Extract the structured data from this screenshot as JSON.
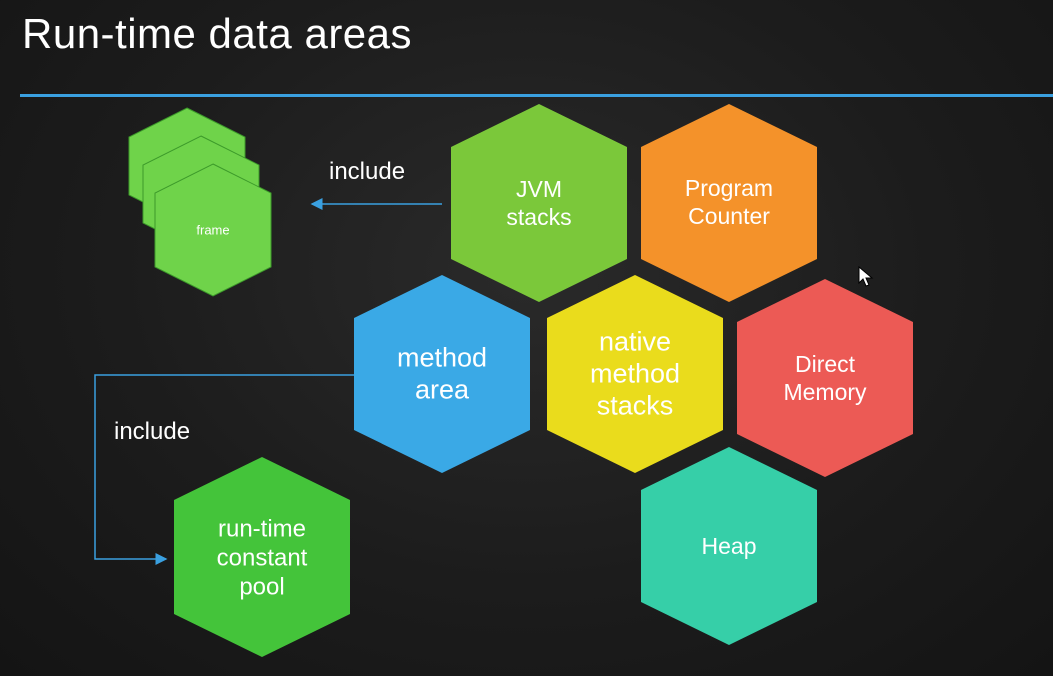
{
  "slide": {
    "title": "Run-time data areas"
  },
  "colors": {
    "accent_rule": "#3aa0e0",
    "jvm_stacks": "#7bc83a",
    "program_counter": "#f4922a",
    "method_area": "#3aa9e6",
    "native_method_stacks": "#eadc1c",
    "direct_memory": "#ec5a55",
    "heap": "#36cfa8",
    "run_time_constant_pool": "#44c43a",
    "frame": "#6fd34a"
  },
  "blocks": {
    "jvm_stacks": [
      "JVM",
      "stacks"
    ],
    "program_counter": [
      "Program",
      "Counter"
    ],
    "method_area": [
      "method",
      "area"
    ],
    "native_method_stacks": [
      "native",
      "method",
      "stacks"
    ],
    "direct_memory": [
      "Direct",
      "Memory"
    ],
    "heap": [
      "Heap"
    ],
    "run_time_constant_pool": [
      "run-time",
      "constant",
      "pool"
    ],
    "frame": [
      "frame"
    ]
  },
  "connectors": {
    "stacks_include": "include",
    "method_area_include": "include"
  }
}
